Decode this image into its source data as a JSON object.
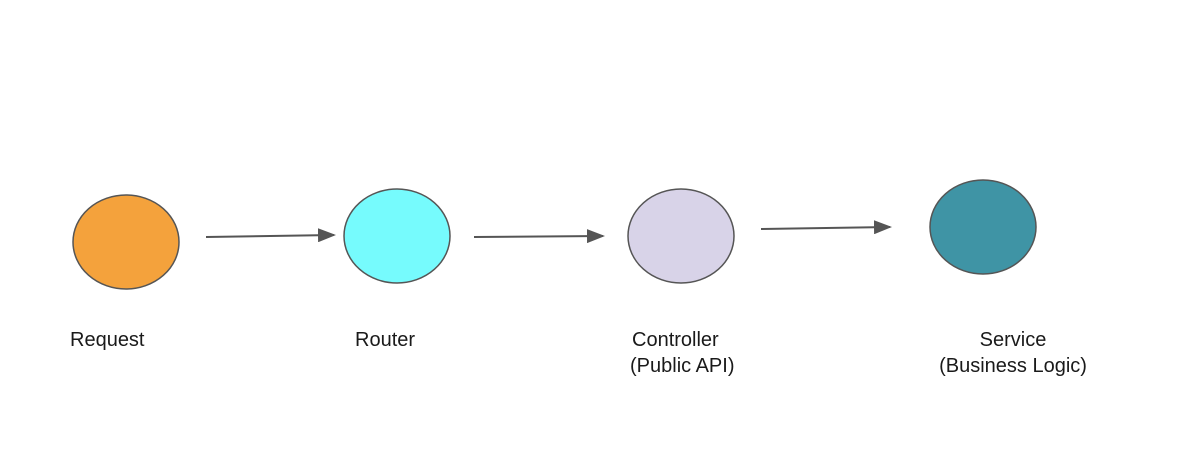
{
  "nodes": [
    {
      "id": "request",
      "label_lines": [
        "Request"
      ],
      "fill": "#F4A23C"
    },
    {
      "id": "router",
      "label_lines": [
        "Router"
      ],
      "fill": "#76FBFD"
    },
    {
      "id": "controller",
      "label_lines": [
        "Controller",
        "(Public API)"
      ],
      "fill": "#D8D3E8"
    },
    {
      "id": "service",
      "label_lines": [
        "Service",
        "(Business Logic)"
      ],
      "fill": "#3F94A5"
    }
  ],
  "edges": [
    {
      "from": "request",
      "to": "router"
    },
    {
      "from": "router",
      "to": "controller"
    },
    {
      "from": "controller",
      "to": "service"
    }
  ],
  "colors": {
    "node_stroke": "#555555",
    "arrow": "#555555"
  }
}
